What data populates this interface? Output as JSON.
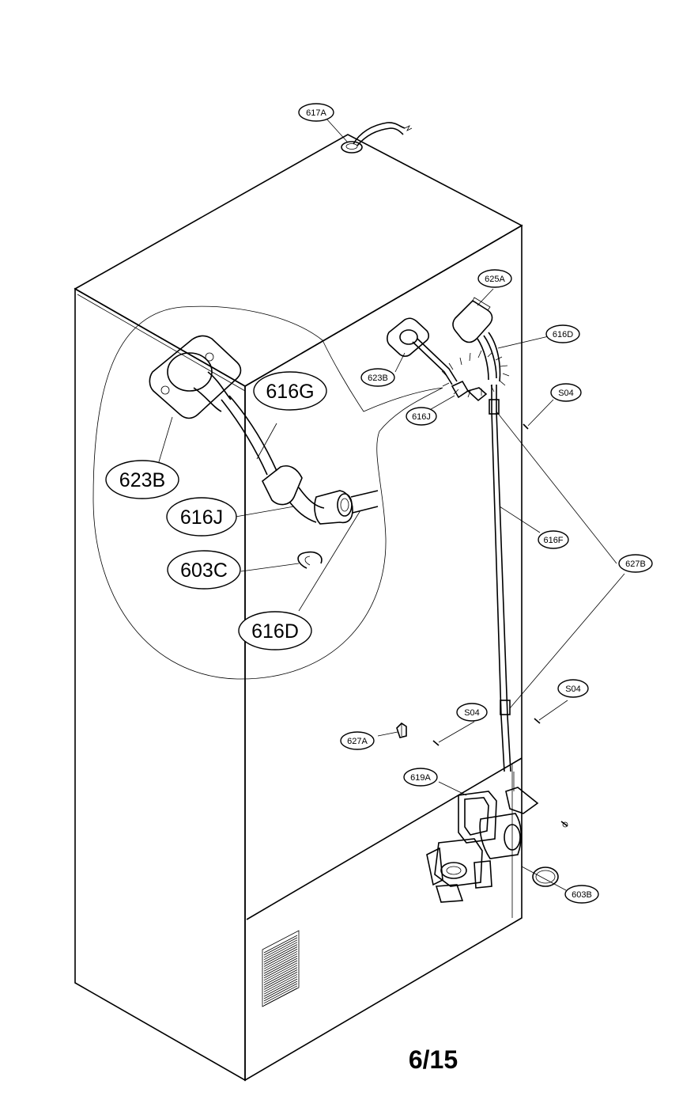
{
  "labels": {
    "l617A": "617A",
    "l625A": "625A",
    "l616D_small": "616D",
    "l623B_small": "623B",
    "l616J_small": "616J",
    "l616F": "616F",
    "l627B": "627B",
    "l627A": "627A",
    "l619A": "619A",
    "l603B": "603B",
    "lS04_a": "S04",
    "lS04_b": "S04",
    "lS04_c": "S04",
    "l616G_big": "616G",
    "l623B_big": "623B",
    "l616J_big": "616J",
    "l603C_big": "603C",
    "l616D_big": "616D"
  },
  "page_number": "6/15"
}
